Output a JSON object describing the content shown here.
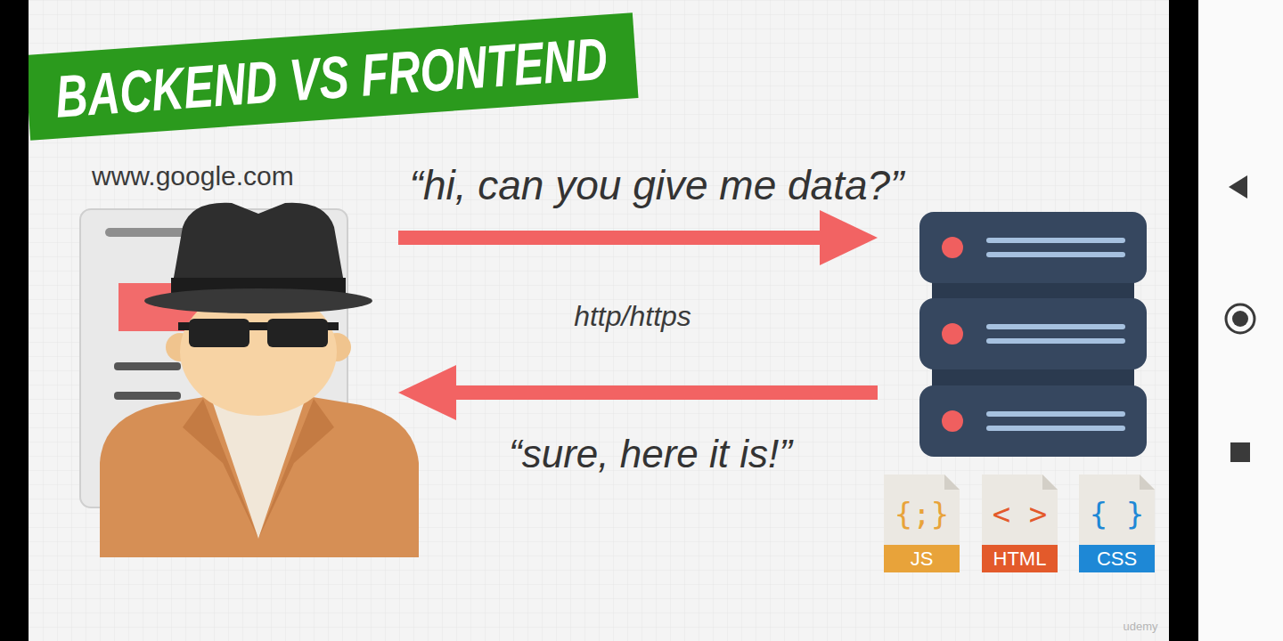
{
  "diagram": {
    "title": "BACKEND VS FRONTEND",
    "nodes": [
      {
        "text": [
          "www.google.com"
        ]
      },
      {
        "text": []
      },
      {
        "text": [
          "{;}",
          "JS"
        ]
      },
      {
        "text": [
          "< >",
          "HTML"
        ]
      },
      {
        "text": [
          "{ }",
          "CSS"
        ]
      }
    ],
    "edges": [
      {
        "from": 0,
        "to": 1,
        "label": "“hi, can you give me data?”",
        "arrow": "to"
      },
      {
        "from": 1,
        "to": 0,
        "label": "“sure, here it is!”",
        "arrow": "to"
      }
    ],
    "labels": [
      "http/https",
      "udemy"
    ]
  }
}
